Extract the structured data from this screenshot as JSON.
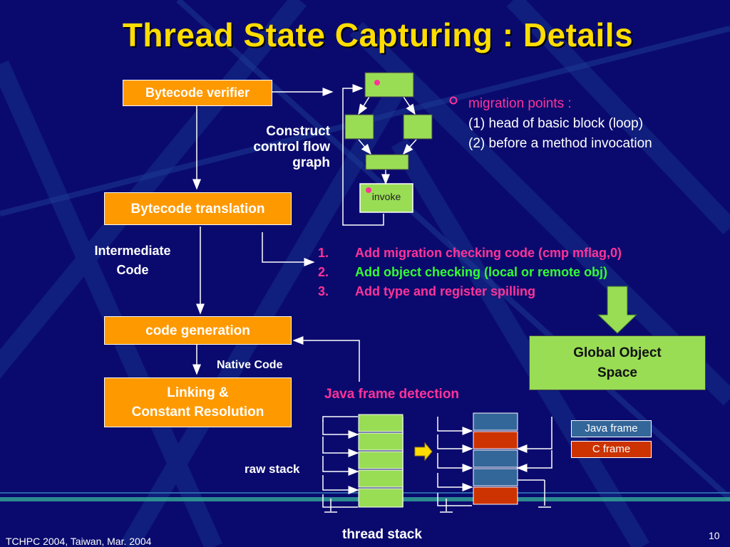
{
  "title": "Thread State Capturing : Details",
  "boxes": {
    "verifier": "Bytecode verifier",
    "translation": "Bytecode translation",
    "codegen": "code generation",
    "linking_line1": "Linking &",
    "linking_line2": "Constant Resolution",
    "global_line1": "Global Object",
    "global_line2": "Space"
  },
  "labels": {
    "cfg_line1": "Construct",
    "cfg_line2": "control flow",
    "cfg_line3": "graph",
    "intermediate_line1": "Intermediate",
    "intermediate_line2": "Code",
    "native_code": "Native Code",
    "invoke": "invoke",
    "java_frame_detection": "Java frame detection",
    "raw_stack": "raw stack",
    "thread_stack": "thread stack"
  },
  "migration": {
    "heading": "migration points :",
    "point1": "(1) head of basic block (loop)",
    "point2": "(2) before a method invocation"
  },
  "steps": [
    {
      "num": "1.",
      "text": "Add migration checking code (cmp mflag,0)",
      "color": "#ff3399"
    },
    {
      "num": "2.",
      "text": "Add object checking (local or remote obj)",
      "color": "#33ff33"
    },
    {
      "num": "3.",
      "text": "Add type and register spilling",
      "color": "#ff3399"
    }
  ],
  "legend": {
    "java_frame": "Java frame",
    "c_frame": "C frame",
    "java_color": "#336699",
    "c_color": "#cc3300"
  },
  "footer": {
    "left": "TCHPC 2004, Taiwan, Mar. 2004",
    "page": "10"
  },
  "colors": {
    "background": "#0a0a6e",
    "title": "#ffdd00",
    "box_orange": "#ff9900",
    "box_green": "#99dd55",
    "accent_pink": "#ff3399"
  }
}
